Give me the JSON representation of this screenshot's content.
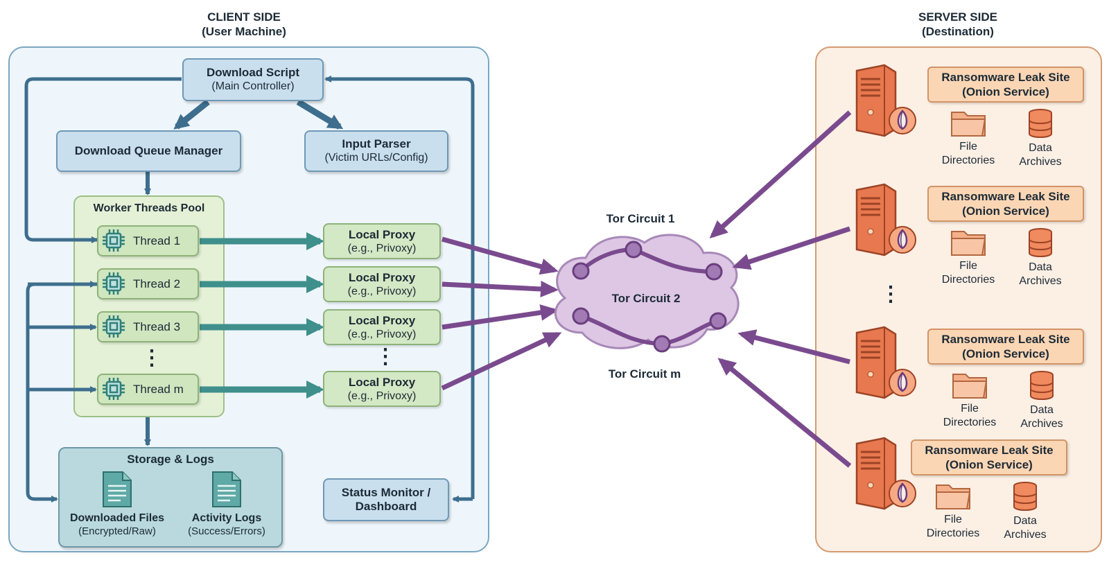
{
  "client": {
    "title": "CLIENT SIDE",
    "subtitle": "(User Machine)",
    "download_script": {
      "title": "Download Script",
      "sub": "(Main Controller)"
    },
    "queue_manager": {
      "title": "Download Queue Manager"
    },
    "input_parser": {
      "title": "Input Parser",
      "sub": "(Victim URLs/Config)"
    },
    "pool": {
      "title": "Worker Threads Pool"
    },
    "threads": [
      "Thread 1",
      "Thread 2",
      "Thread 3",
      "Thread m"
    ],
    "proxy": {
      "title": "Local Proxy",
      "sub": "(e.g., Privoxy)"
    },
    "ellipsis": "⋮",
    "storage": {
      "title": "Storage & Logs",
      "files": {
        "title": "Downloaded Files",
        "sub": "(Encrypted/Raw)"
      },
      "logs": {
        "title": "Activity Logs",
        "sub": "(Success/Errors)"
      }
    },
    "status_monitor": {
      "line1": "Status Monitor /",
      "line2": "Dashboard"
    }
  },
  "tor": {
    "circuit_1": "Tor Circuit 1",
    "circuit_2": "Tor Circuit 2",
    "circuit_m": "Tor Circuit m"
  },
  "server": {
    "title": "SERVER SIDE",
    "subtitle": "(Destination)",
    "leak_title": "Ransomware Leak Site",
    "leak_sub": "(Onion Service)",
    "files_line1": "File",
    "files_line2": "Directories",
    "data_line1": "Data",
    "data_line2": "Archives",
    "ellipsis": "⋮"
  },
  "colors": {
    "client_bg": "#eef6fb",
    "server_bg": "#fcefe4",
    "proxy_green": "#d3e8c4",
    "tor_purple": "#7a4a8e",
    "teal_arrow": "#3f8f8c",
    "blue_arrow": "#3e6e8e",
    "server_orange": "#e8784f"
  }
}
